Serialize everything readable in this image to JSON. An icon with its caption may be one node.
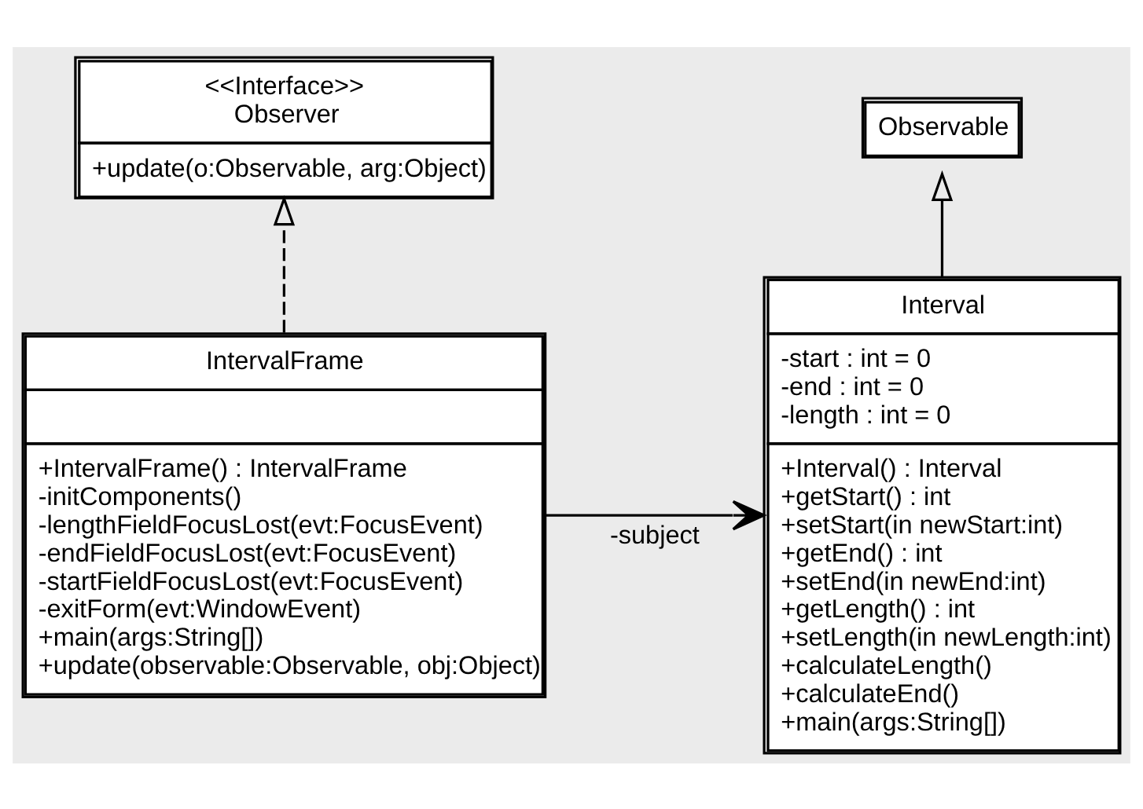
{
  "diagram": {
    "nodes": [
      {
        "text": [
          "<<Interface>>",
          "Observer",
          "+update(o:Observable, arg:Object)"
        ]
      },
      {
        "text": [
          "Observable"
        ]
      },
      {
        "text": [
          "IntervalFrame",
          "+IntervalFrame() : IntervalFrame",
          "-initComponents()",
          "-lengthFieldFocusLost(evt:FocusEvent)",
          "-endFieldFocusLost(evt:FocusEvent)",
          "-startFieldFocusLost(evt:FocusEvent)",
          "-exitForm(evt:WindowEvent)",
          "+main(args:String[])",
          "+update(observable:Observable, obj:Object)"
        ]
      },
      {
        "text": [
          "Interval",
          "-start : int = 0",
          "-end : int = 0",
          "-length : int = 0",
          "+Interval() : Interval",
          "+getStart() : int",
          "+setStart(in newStart:int)",
          "+getEnd() : int",
          "+setEnd(in newEnd:int)",
          "+getLength() : int",
          "+setLength(in newLength:int)",
          "+calculateLength()",
          "+calculateEnd()",
          "+main(args:String[])"
        ]
      }
    ],
    "edges": [
      {
        "from": 2,
        "to": 0,
        "arrow": "to",
        "style": "dashed"
      },
      {
        "from": 3,
        "to": 1,
        "arrow": "to"
      },
      {
        "from": 2,
        "to": 3,
        "arrow": "to",
        "label": "-subject"
      }
    ]
  }
}
